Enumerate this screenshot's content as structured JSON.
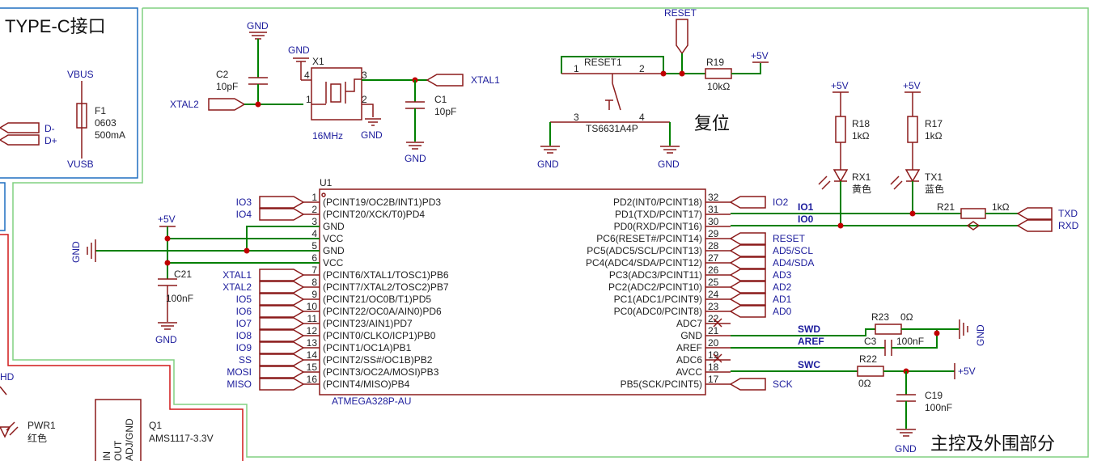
{
  "sections": {
    "typec_title": "TYPE-C接口",
    "reset_title": "复位",
    "main_title": "主控及外围部分"
  },
  "labels": {
    "vbus": "VBUS",
    "vusb": "VUSB",
    "dminus": "D-",
    "dplus": "D+",
    "fuse_name": "F1",
    "fuse_pkg": "0603",
    "fuse_val": "500mA",
    "gnd": "GND",
    "plus5v": "+5V",
    "reset_net": "RESET",
    "xtal1": "XTAL1",
    "xtal2": "XTAL2",
    "c2_name": "C2",
    "c2_val": "10pF",
    "c1_name": "C1",
    "c1_val": "10pF",
    "x1_name": "X1",
    "x1_freq": "16MHz",
    "x1_pin1": "1",
    "x1_pin2": "2",
    "x1_pin3": "3",
    "x1_pin4": "4",
    "reset1_name": "RESET1",
    "reset1_part": "TS6631A4P",
    "reset1_p1": "1",
    "reset1_p2": "2",
    "reset1_p3": "3",
    "reset1_p4": "4",
    "r19_name": "R19",
    "r19_val": "10kΩ",
    "r18_name": "R18",
    "r18_val": "1kΩ",
    "r17_name": "R17",
    "r17_val": "1kΩ",
    "rx1_name": "RX1",
    "rx1_color": "黄色",
    "tx1_name": "TX1",
    "tx1_color": "蓝色",
    "r21_name": "R21",
    "r21_val": "1kΩ",
    "txd": "TXD",
    "rxd": "RXD",
    "io1": "IO1",
    "io0": "IO0",
    "io2": "IO2",
    "u1_name": "U1",
    "u1_part": "ATMEGA328P-AU",
    "c21_name": "C21",
    "c21_val": "100nF",
    "r23_name": "R23",
    "r23_val": "0Ω",
    "c3_name": "C3",
    "c3_val": "100nF",
    "r22_name": "R22",
    "r22_val": "0Ω",
    "c19_name": "C19",
    "c19_val": "100nF",
    "swd": "SWD",
    "aref_net": "AREF",
    "swc": "SWC",
    "sck": "SCK",
    "pwr1_name": "PWR1",
    "pwr1_color": "红色",
    "q1_name": "Q1",
    "q1_part": "AMS1117-3.3V",
    "q1_pins": [
      "IN",
      "OUT",
      "ADJ/GND"
    ],
    "hd": "HD"
  },
  "u1_left_pins": [
    {
      "num": "1",
      "name": "(PCINT19/OC2B/INT1)PD3",
      "net": "IO3"
    },
    {
      "num": "2",
      "name": "(PCINT20/XCK/T0)PD4",
      "net": "IO4"
    },
    {
      "num": "3",
      "name": "GND",
      "net": ""
    },
    {
      "num": "4",
      "name": "VCC",
      "net": ""
    },
    {
      "num": "5",
      "name": "GND",
      "net": ""
    },
    {
      "num": "6",
      "name": "VCC",
      "net": ""
    },
    {
      "num": "7",
      "name": "(PCINT6/XTAL1/TOSC1)PB6",
      "net": "XTAL1"
    },
    {
      "num": "8",
      "name": "(PCINT7/XTAL2/TOSC2)PB7",
      "net": "XTAL2"
    },
    {
      "num": "9",
      "name": "(PCINT21/OC0B/T1)PD5",
      "net": "IO5"
    },
    {
      "num": "10",
      "name": "(PCINT22/OC0A/AIN0)PD6",
      "net": "IO6"
    },
    {
      "num": "11",
      "name": "(PCINT23/AIN1)PD7",
      "net": "IO7"
    },
    {
      "num": "12",
      "name": "(PCINT0/CLKO/ICP1)PB0",
      "net": "IO8"
    },
    {
      "num": "13",
      "name": "(PCINT1/OC1A)PB1",
      "net": "IO9"
    },
    {
      "num": "14",
      "name": "(PCINT2/SS#/OC1B)PB2",
      "net": "SS"
    },
    {
      "num": "15",
      "name": "(PCINT3/OC2A/MOSI)PB3",
      "net": "MOSI"
    },
    {
      "num": "16",
      "name": "(PCINT4/MISO)PB4",
      "net": "MISO"
    }
  ],
  "u1_right_pins": [
    {
      "num": "32",
      "name": "PD2(INT0/PCINT18)",
      "net": "IO2"
    },
    {
      "num": "31",
      "name": "PD1(TXD/PCINT17)",
      "net": ""
    },
    {
      "num": "30",
      "name": "PD0(RXD/PCINT16)",
      "net": ""
    },
    {
      "num": "29",
      "name": "PC6(RESET#/PCINT14)",
      "net": "RESET"
    },
    {
      "num": "28",
      "name": "PC5(ADC5/SCL/PCINT13)",
      "net": "AD5/SCL"
    },
    {
      "num": "27",
      "name": "PC4(ADC4/SDA/PCINT12)",
      "net": "AD4/SDA"
    },
    {
      "num": "26",
      "name": "PC3(ADC3/PCINT11)",
      "net": "AD3"
    },
    {
      "num": "25",
      "name": "PC2(ADC2/PCINT10)",
      "net": "AD2"
    },
    {
      "num": "24",
      "name": "PC1(ADC1/PCINT9)",
      "net": "AD1"
    },
    {
      "num": "23",
      "name": "PC0(ADC0/PCINT8)",
      "net": "AD0"
    },
    {
      "num": "22",
      "name": "ADC7",
      "net": ""
    },
    {
      "num": "21",
      "name": "GND",
      "net": ""
    },
    {
      "num": "20",
      "name": "AREF",
      "net": ""
    },
    {
      "num": "19",
      "name": "ADC6",
      "net": ""
    },
    {
      "num": "18",
      "name": "AVCC",
      "net": ""
    },
    {
      "num": "17",
      "name": "PB5(SCK/PCINT5)",
      "net": "SCK"
    }
  ],
  "colors": {
    "wire": "#008000",
    "symbol": "#8b1a1a",
    "text": "#1c1c9c",
    "region_typec": "#1f6fc0",
    "region_main": "#80d080",
    "region_power": "#d01818"
  }
}
